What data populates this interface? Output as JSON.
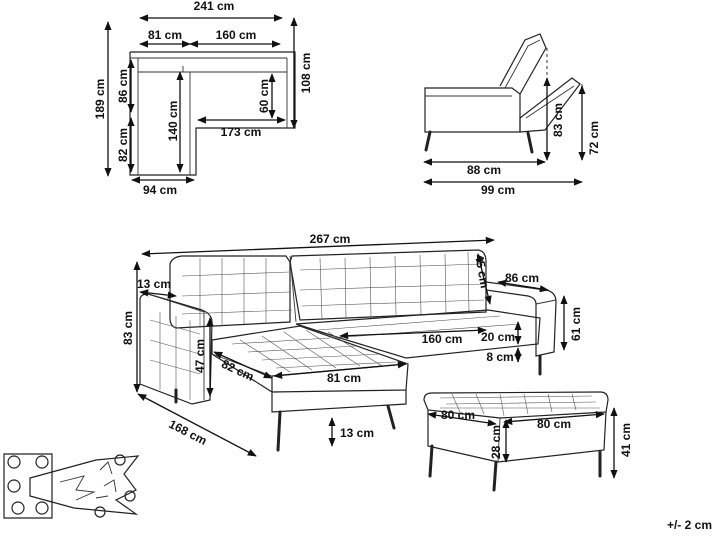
{
  "top_view": {
    "overall_width": "241 cm",
    "chaise_width": "81 cm",
    "sofa_width": "160 cm",
    "overall_depth": "189 cm",
    "chaise_back_depth": "86 cm",
    "chaise_seat_depth": "82 cm",
    "chaise_inner_depth": "140 cm",
    "sofa_depth": "108 cm",
    "sofa_seat_depth": "60 cm",
    "sofa_seat_width": "173 cm",
    "chaise_front_width": "94 cm"
  },
  "side_view": {
    "seat_depth": "88 cm",
    "overall_depth": "99 cm",
    "reclined_height": "83 cm",
    "height": "72 cm"
  },
  "main_view": {
    "total_width": "267 cm",
    "back_height": "45 cm",
    "arm_width": "13 cm",
    "arm_length": "86 cm",
    "total_height": "83 cm",
    "seat_front_height": "20 cm",
    "seat_width": "160 cm",
    "cushion_thickness": "8 cm",
    "arm_height": "61 cm",
    "chaise_side_height": "47 cm",
    "chaise_width": "82 cm",
    "chaise_length": "81 cm",
    "total_depth": "168 cm",
    "leg_height": "13 cm"
  },
  "ottoman": {
    "depth": "80 cm",
    "width": "80 cm",
    "cushion_height": "28 cm",
    "height": "41 cm"
  },
  "tolerance": "+/- 2 cm"
}
